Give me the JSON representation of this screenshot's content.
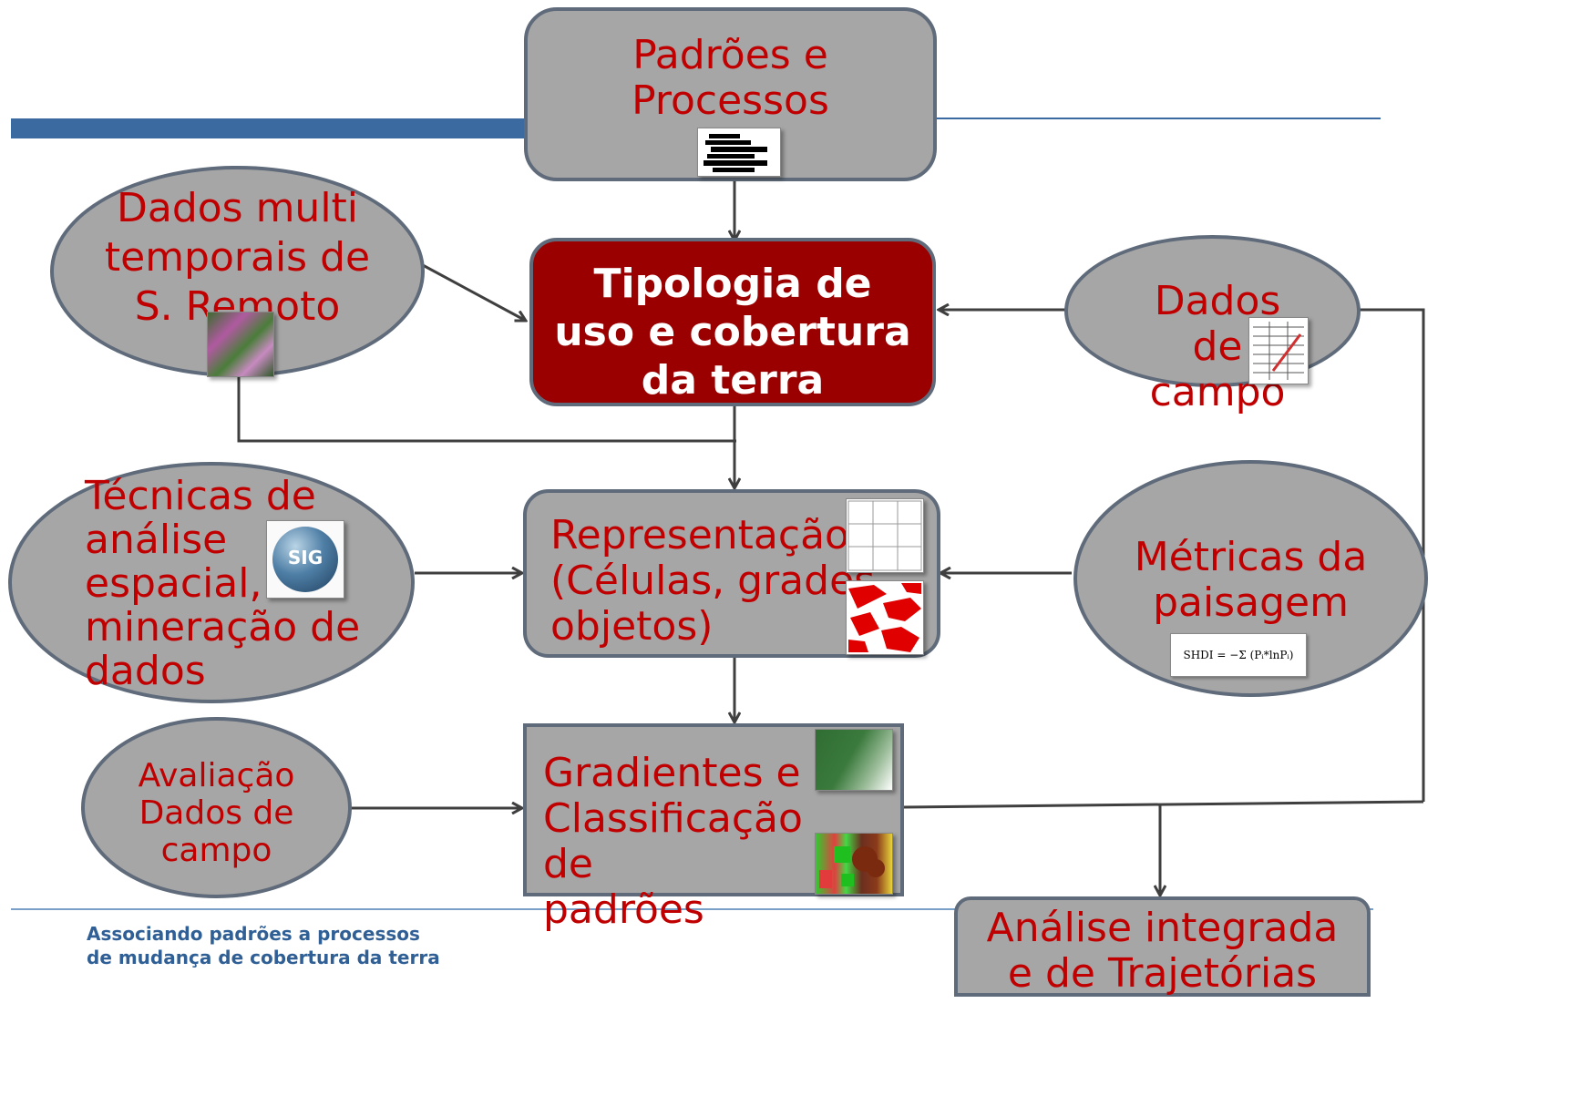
{
  "nodes": {
    "padroes": {
      "label": "Padrões e\nProcessos"
    },
    "tipologia": {
      "label": "Tipologia de\nuso e cobertura\nda terra"
    },
    "dados_sr": {
      "label": "Dados multi\ntemporais de\nS. Remoto"
    },
    "dados_campo": {
      "label": "Dados de\ncampo"
    },
    "tecnicas": {
      "label": "Técnicas de\nanálise\nespacial,\nmineração de\ndados"
    },
    "representacao": {
      "label": "Representação\n(Células, grades,\nobjetos)"
    },
    "metricas": {
      "label": "Métricas da\npaisagem"
    },
    "avaliacao": {
      "label": "Avaliação\nDados de\ncampo"
    },
    "gradientes": {
      "label": "Gradientes e\nClassificação de\npadrões"
    },
    "analise": {
      "label": "Análise integrada\ne de Trajetórias"
    }
  },
  "icons": {
    "sig_label": "SIG",
    "formula": "SHDI = −Σ (Pᵢ*lnPᵢ)"
  },
  "footer": {
    "caption": "Associando padrões a processos\nde mudança de cobertura da terra"
  },
  "colors": {
    "node_fill": "#a6a6a6",
    "node_border": "#5f6b7a",
    "node_text": "#c00000",
    "highlight_fill": "#9b0000",
    "header_bar": "#3a6aa0",
    "footer_text": "#2f5f95"
  }
}
